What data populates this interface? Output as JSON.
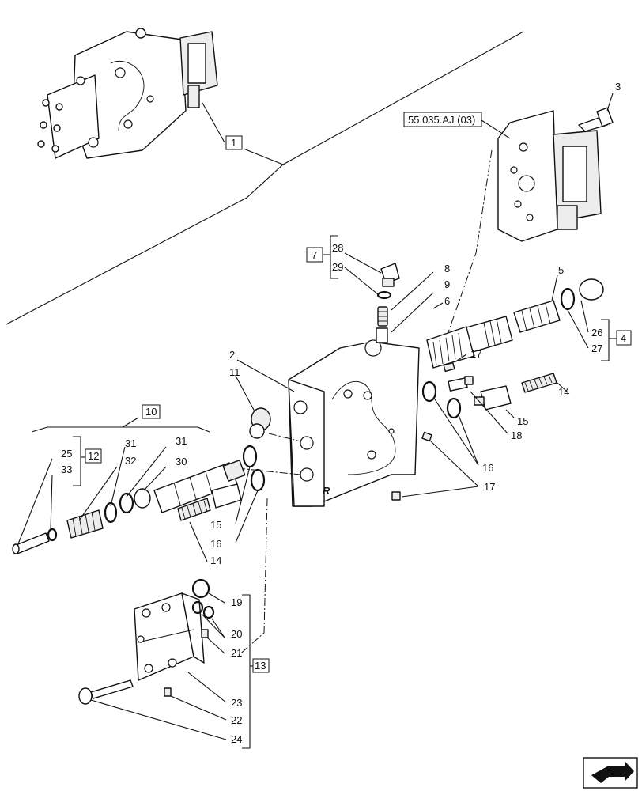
{
  "labels": {
    "l1": "1",
    "l2": "2",
    "l3": "3",
    "l4": "4",
    "l5": "5",
    "l6": "6",
    "l7": "7",
    "l8": "8",
    "l9": "9",
    "l10": "10",
    "l11": "11",
    "l12": "12",
    "l13": "13",
    "l14a": "14",
    "l14b": "14",
    "l15a": "15",
    "l15b": "15",
    "l16a": "16",
    "l16b": "16",
    "l17a": "17",
    "l17b": "17",
    "l18": "18",
    "l19": "19",
    "l20": "20",
    "l21": "21",
    "l22": "22",
    "l23": "23",
    "l24": "24",
    "l25": "25",
    "l26": "26",
    "l27": "27",
    "l28": "28",
    "l29": "29",
    "l30": "30",
    "l31a": "31",
    "l31b": "31",
    "l32": "32",
    "l33": "33",
    "ref": "55.035.AJ (03)"
  },
  "colors": {
    "ink": "#111111",
    "background": "#ffffff"
  },
  "icons": [
    "navigation-arrow-icon"
  ]
}
